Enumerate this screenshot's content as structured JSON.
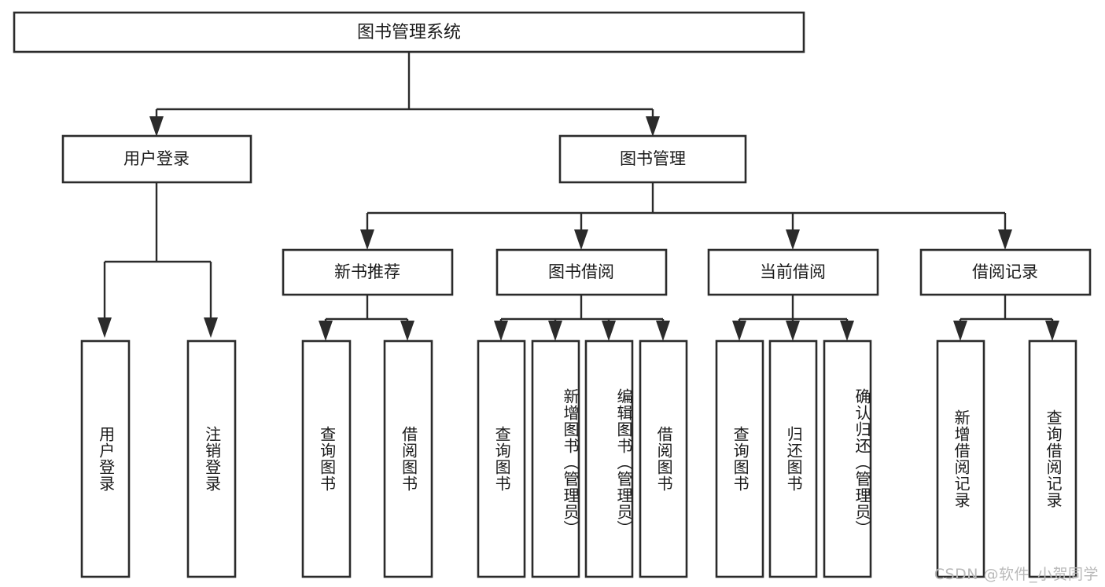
{
  "diagram": {
    "type": "tree-hierarchy",
    "title": "图书管理系统",
    "watermark": "CSDN @软件_小贺同学",
    "colors": {
      "background": "#ffffff",
      "box_fill": "#ffffff",
      "box_stroke": "#2b2b2b",
      "connector": "#2b2b2b",
      "text": "#1a1a1a",
      "watermark": "#b9b9b9"
    },
    "root": {
      "label": "图书管理系统"
    },
    "level2": [
      {
        "label": "用户登录"
      },
      {
        "label": "图书管理"
      }
    ],
    "level3": [
      {
        "label": "新书推荐"
      },
      {
        "label": "图书借阅"
      },
      {
        "label": "当前借阅"
      },
      {
        "label": "借阅记录"
      }
    ],
    "leaves": {
      "user_login": [
        {
          "label": "用户登录"
        },
        {
          "label": "注销登录"
        }
      ],
      "new_book_recommend": [
        {
          "label": "查询图书"
        },
        {
          "label": "借阅图书"
        }
      ],
      "book_borrow": [
        {
          "label": "查询图书"
        },
        {
          "label": "新增图书（管理员）"
        },
        {
          "label": "编辑图书（管理员）"
        },
        {
          "label": "借阅图书"
        }
      ],
      "current_borrow": [
        {
          "label": "查询图书"
        },
        {
          "label": "归还图书"
        },
        {
          "label": "确认归还（管理员）"
        }
      ],
      "borrow_record": [
        {
          "label": "新增借阅记录"
        },
        {
          "label": "查询借阅记录"
        }
      ]
    }
  }
}
